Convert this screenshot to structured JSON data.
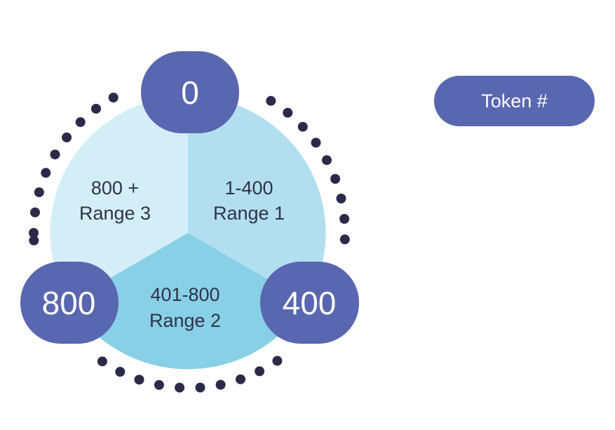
{
  "segments": [
    {
      "line1": "1-400",
      "line2": "Range 1",
      "color": "#b2dff0"
    },
    {
      "line1": "401-800",
      "line2": "Range 2",
      "color": "#88d0e6"
    },
    {
      "line1": "800 +",
      "line2": "Range 3",
      "color": "#d4eef7"
    }
  ],
  "nodes": [
    "0",
    "400",
    "800"
  ],
  "legend": {
    "label": "Token #"
  },
  "colors": {
    "node": "#5966b0",
    "dots": "#2a2a4a",
    "label_text": "#2f3349"
  }
}
